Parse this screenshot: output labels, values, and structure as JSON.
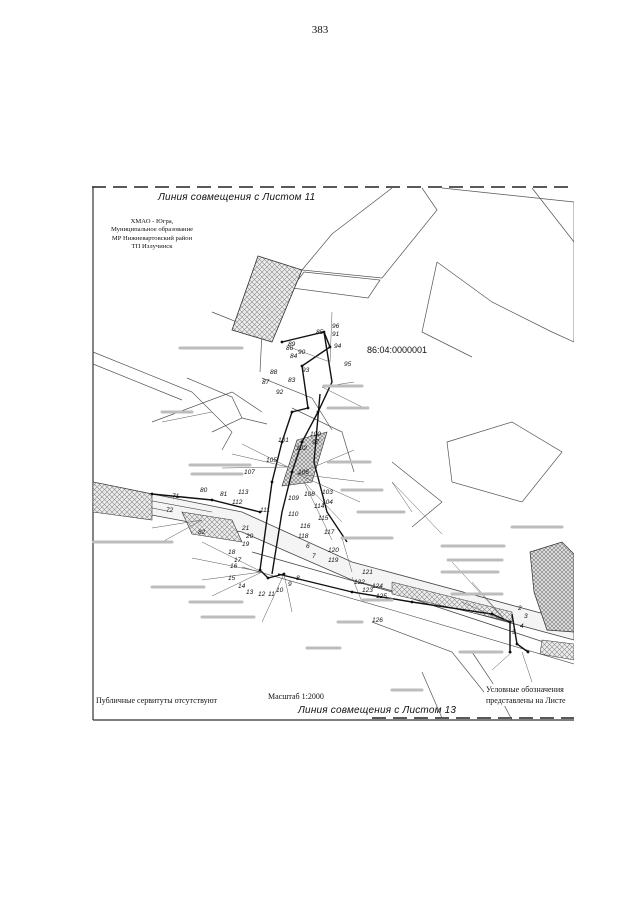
{
  "page_number": "383",
  "map": {
    "title_top": "Линия совмещения с Листом 11",
    "title_bottom": "Линия совмещения с Листом 13",
    "admin_lines": [
      "ХМАО - Югра,",
      "Муниципальное образование",
      "МР Нижневартовский район",
      "ТП Излучинск"
    ],
    "cadastral_quarter": "86:04:0000001",
    "easement_note": "Публичные сервитуты отсутствуют",
    "scale": "Масштаб 1:2000",
    "legend_note_lines": [
      "Условные обозначения",
      "представлены на Листе"
    ],
    "point_labels": [
      "2",
      "3",
      "4",
      "5",
      "6",
      "7",
      "8",
      "9",
      "10",
      "11",
      "12",
      "13",
      "14",
      "15",
      "16",
      "17",
      "18",
      "19",
      "20",
      "21",
      "71",
      "72",
      "80",
      "81",
      "82",
      "83",
      "84",
      "85",
      "86",
      "87",
      "88",
      "89",
      "90",
      "91",
      "92",
      "93",
      "94",
      "95",
      "96",
      "97",
      "100",
      "101",
      "102",
      "103",
      "104",
      "105",
      "106",
      "107",
      "108",
      "109",
      "110",
      "111",
      "112",
      "113",
      "114",
      "115",
      "116",
      "117",
      "118",
      "119",
      "120",
      "121",
      "122",
      "123",
      "124",
      "125",
      "126"
    ]
  }
}
